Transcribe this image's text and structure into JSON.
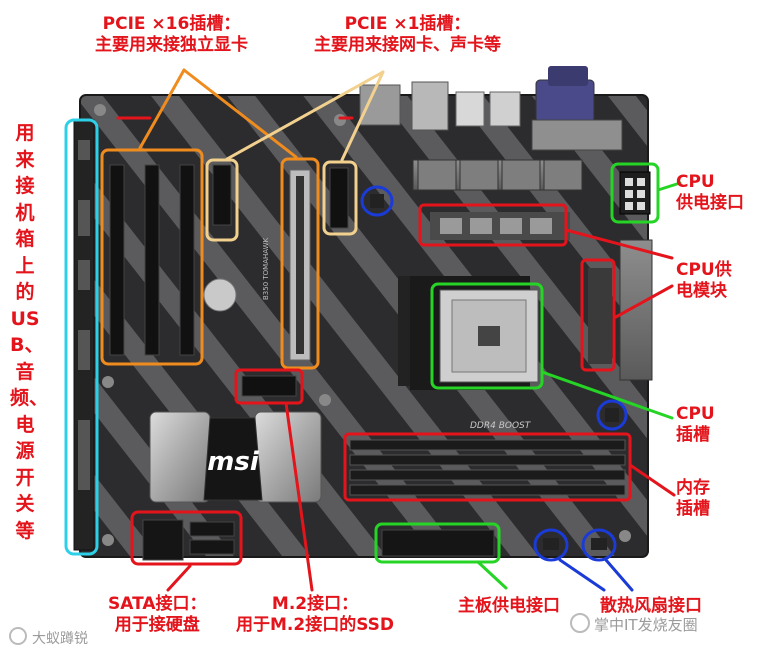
{
  "labels": {
    "pcie_x16_title": "PCIE  ×16插槽：",
    "pcie_x16_desc": "主要用来接独立显卡",
    "pcie_x1_title": "PCIE ×1插槽：",
    "pcie_x1_desc": "主要用来接网卡、声卡等",
    "usb_vertical": "用来接机箱上的USB、音频、电源开关等",
    "cpu_power_l1": "CPU",
    "cpu_power_l2": "供电接口",
    "cpu_vrm_l1": "CPU供",
    "cpu_vrm_l2": "电模块",
    "cpu_socket_l1": "CPU",
    "cpu_socket_l2": "插槽",
    "memory_l1": "内存",
    "memory_l2": "插槽",
    "sata_l1": "SATA接口：",
    "sata_l2": "用于接硬盘",
    "m2_l1": "M.2接口：",
    "m2_l2": "用于M.2接口的SSD",
    "board_power": "主板供电接口",
    "fan": "散热风扇接口"
  },
  "board": {
    "brand": "msi",
    "model": "B350 TOMAHAWK",
    "memory_text": "DDR4 BOOST"
  },
  "watermarks": {
    "left": "大蚁蹲锐",
    "right": "掌中IT发烧友圈"
  },
  "colors": {
    "label_red": "#e3141b",
    "pcie_x16_orange": "#f08c1e",
    "pcie_x1_yellow": "#f2d08e",
    "usb_cyan": "#2ed0e8",
    "cpu_green": "#26d426",
    "fan_blue": "#1a3bd6",
    "highlight_red": "#e3141b",
    "pcb_dark": "#2b2b2d"
  }
}
